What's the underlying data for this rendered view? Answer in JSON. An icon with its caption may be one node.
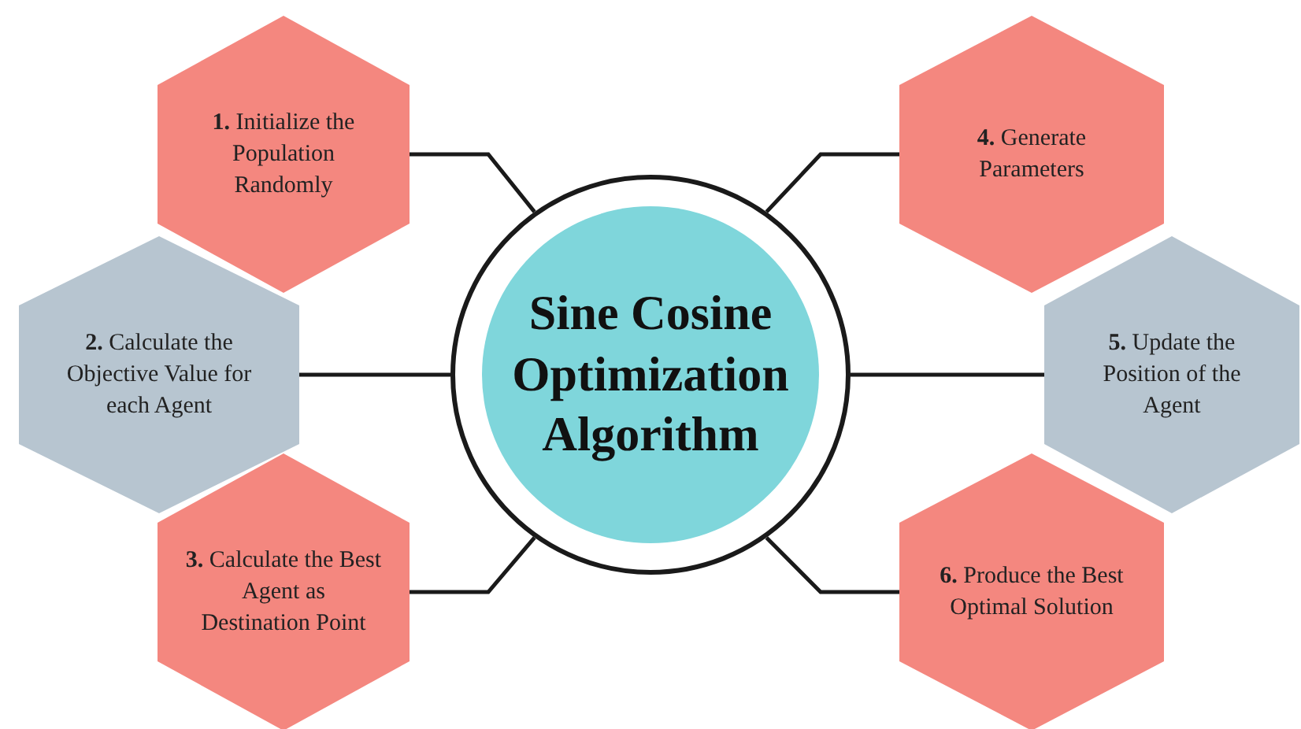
{
  "diagram": {
    "nodes": [
      {
        "text": [
          "**1.** Initialize the Population Randomly"
        ]
      },
      {
        "text": [
          "**2.** Calculate the Objective Value for each Agent"
        ]
      },
      {
        "text": [
          "**3.** Calculate the Best Agent as Destination Point"
        ]
      },
      {
        "text": [
          "**4.** Generate Parameters"
        ]
      },
      {
        "text": [
          "**5.** Update the Position of the Agent"
        ]
      },
      {
        "text": [
          "**6.** Produce the Best Optimal Solution"
        ]
      },
      {
        "text": [
          "Sine Cosine Optimization Algorithm"
        ]
      }
    ],
    "edges": [
      {
        "from": 0,
        "to": 6,
        "arrow": "none"
      },
      {
        "from": 1,
        "to": 6,
        "arrow": "none"
      },
      {
        "from": 2,
        "to": 6,
        "arrow": "none"
      },
      {
        "from": 3,
        "to": 6,
        "arrow": "none"
      },
      {
        "from": 4,
        "to": 6,
        "arrow": "none"
      },
      {
        "from": 5,
        "to": 6,
        "arrow": "none"
      }
    ]
  }
}
